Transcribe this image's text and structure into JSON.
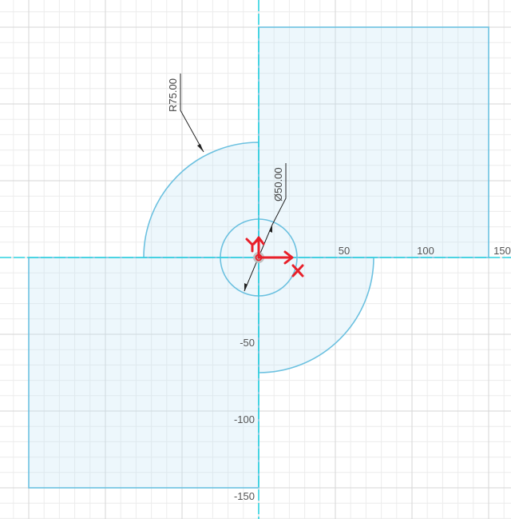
{
  "canvas": {
    "x_axis_ticks": [
      "50",
      "100",
      "150"
    ],
    "y_axis_ticks": [
      "-50",
      "-100",
      "-150"
    ]
  },
  "dimensions": {
    "radius_label": "R75.00",
    "diameter_label": "Ø50.00"
  },
  "colors": {
    "background": "#ffffff",
    "profile_stroke": "#6cc1e0",
    "profile_fill": "#bee1f5",
    "axis": "#2fd2e0",
    "triad": "#e8202a",
    "dimension": "#222222"
  },
  "icons": {
    "origin": "origin-point-icon",
    "triad": "xy-axis-triad-icon"
  }
}
